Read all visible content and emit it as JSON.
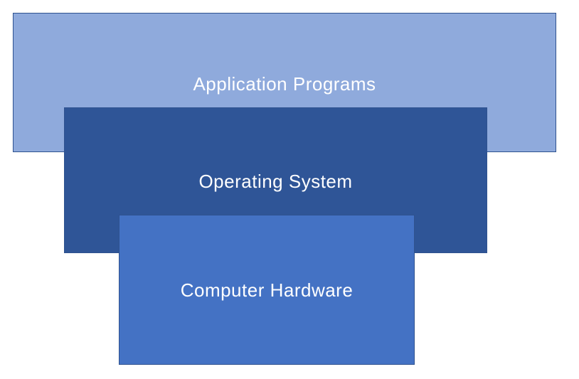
{
  "diagram": {
    "layers": [
      {
        "id": "app",
        "label": "Application Programs",
        "fill": "#8faadc"
      },
      {
        "id": "os",
        "label": "Operating System",
        "fill": "#2f5597"
      },
      {
        "id": "hw",
        "label": "Computer Hardware",
        "fill": "#4472c4"
      }
    ],
    "border_color": "#2f528f",
    "label_color": "#ffffff"
  }
}
